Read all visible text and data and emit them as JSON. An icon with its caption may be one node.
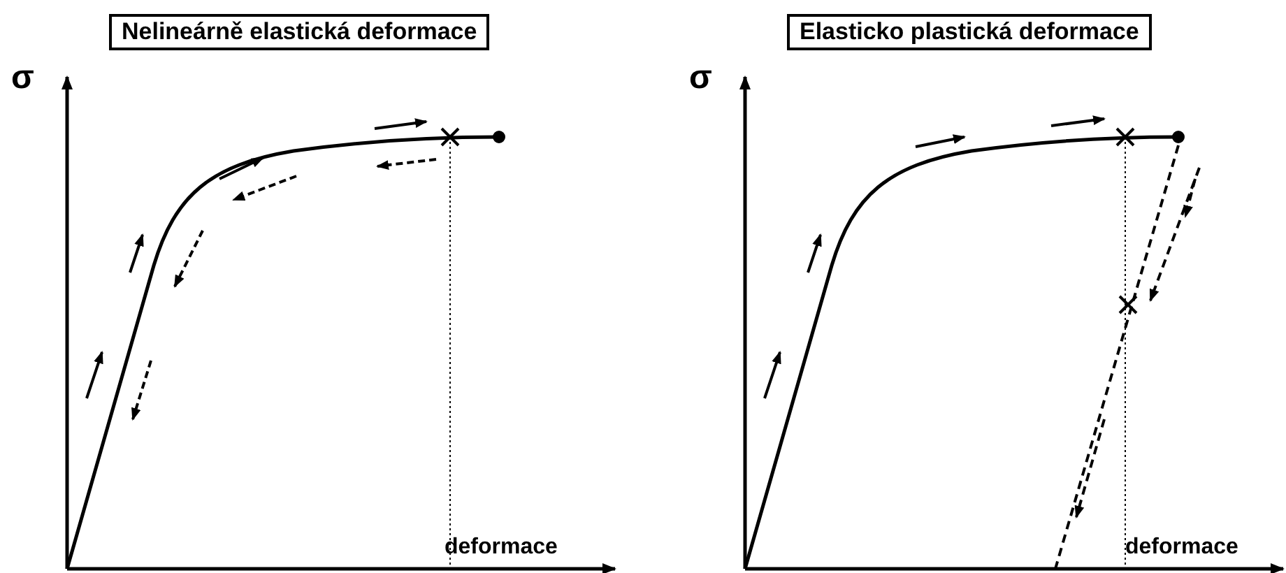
{
  "diagram": {
    "labels": [
      "σ",
      "Nelineárně elastická deformace",
      "deformace",
      "σ",
      "Elasticko plastická deformace",
      "deformace"
    ]
  }
}
